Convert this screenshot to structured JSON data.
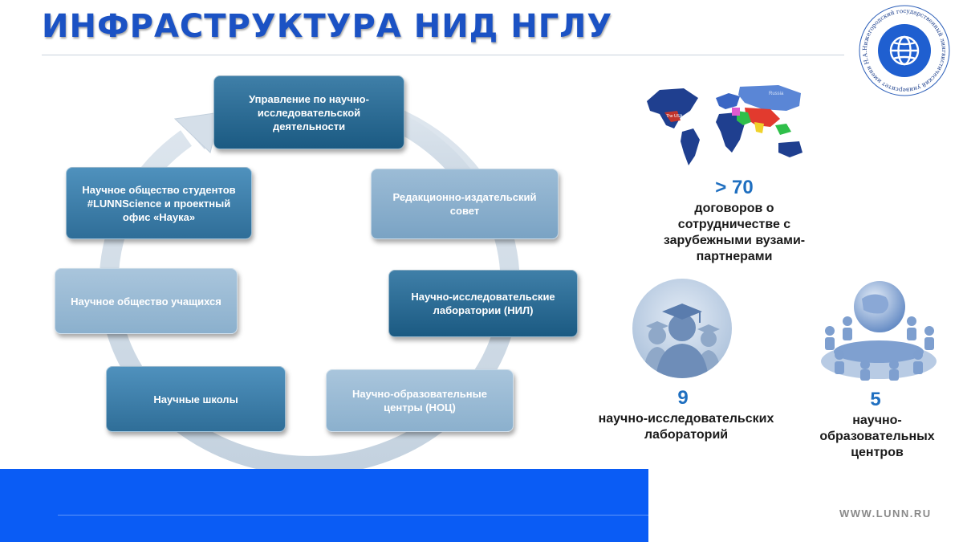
{
  "title": "ИНФРАСТРУКТУРА НИД НГЛУ",
  "logo": {
    "ring_text": "Нижегородский государственный лингвистический университет имени Н.А. Добролюбова"
  },
  "cycle_items": [
    "Управление по научно-исследовательской деятельности",
    "Редакционно-издательский совет",
    "Научно-исследовательские лаборатории (НИЛ)",
    "Научно-образовательные центры (НОЦ)",
    "Научные школы",
    "Научное общество учащихся",
    "Научное общество студентов #LUNNScience и проектный офис «Наука»"
  ],
  "stats": {
    "partners": {
      "number": "> 70",
      "label": "договоров о сотрудничестве с зарубежными вузами-партнерами"
    },
    "labs": {
      "number": "9",
      "label": "научно-исследовательских лабораторий"
    },
    "centers": {
      "number": "5",
      "label": "научно-образовательных центров"
    }
  },
  "map_labels": {
    "russia": "Russia",
    "usa": "The USA"
  },
  "footer": {
    "url": "WWW.LUNN.RU"
  }
}
